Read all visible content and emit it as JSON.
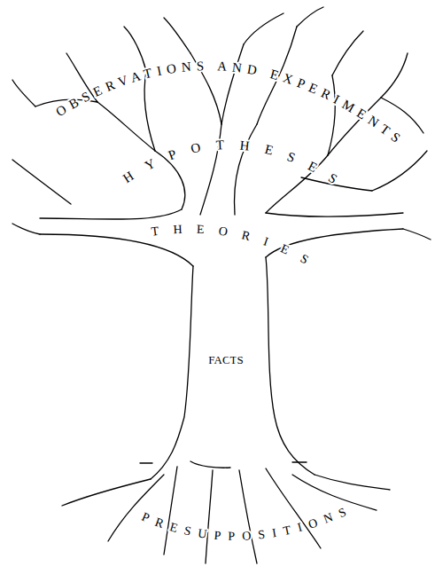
{
  "diagram": {
    "labels": [
      "OBSERVATIONS AND EXPERIMENTS",
      "HYPOTHESES",
      "THEORIES",
      "FACTS",
      "PRESUPPOSITIONS"
    ]
  }
}
